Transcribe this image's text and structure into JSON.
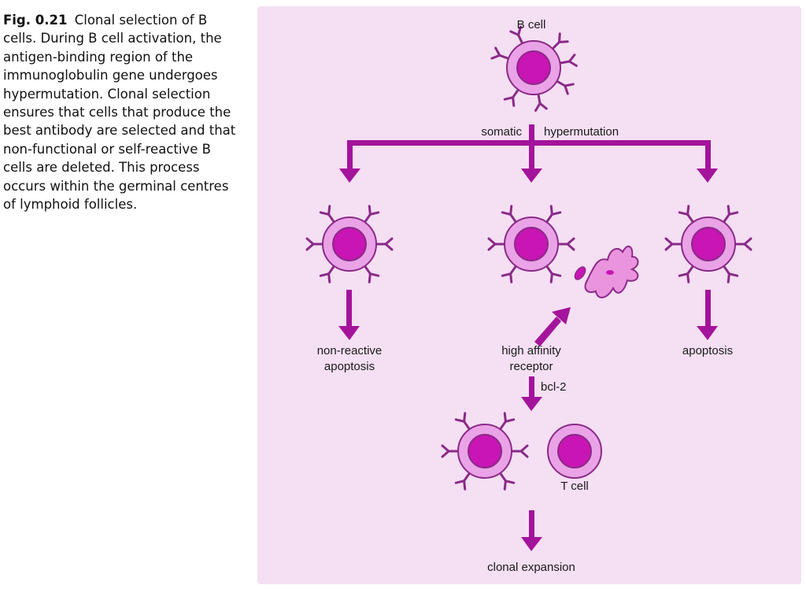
{
  "caption": {
    "fig_label": "Fig. 0.21",
    "text": "Clonal selection of B cells. During B cell activation, the antigen-binding region of the immunoglobulin gene undergoes hypermutation. Clonal selection ensures that cells that produce the best antibody are selected and that non-functional or self-reactive B cells are deleted. This process occurs within the germinal centres of lymphoid follicles."
  },
  "diagram": {
    "labels": {
      "b_cell": "B cell",
      "somatic": "somatic",
      "hypermutation": "hypermutation",
      "non_reactive_1": "non-reactive",
      "non_reactive_2": "apoptosis",
      "high_affinity_1": "high affinity",
      "high_affinity_2": "receptor",
      "apoptosis": "apoptosis",
      "bcl2": "bcl-2",
      "t_cell": "T cell",
      "clonal_expansion": "clonal expansion"
    },
    "colors": {
      "background": "#f5dff3",
      "cell_body": "#eaa3e6",
      "nucleus": "#c815b3",
      "arrow": "#a4139b",
      "antibody": "#8a2a88",
      "antigen_cell": "#ea94de"
    }
  }
}
